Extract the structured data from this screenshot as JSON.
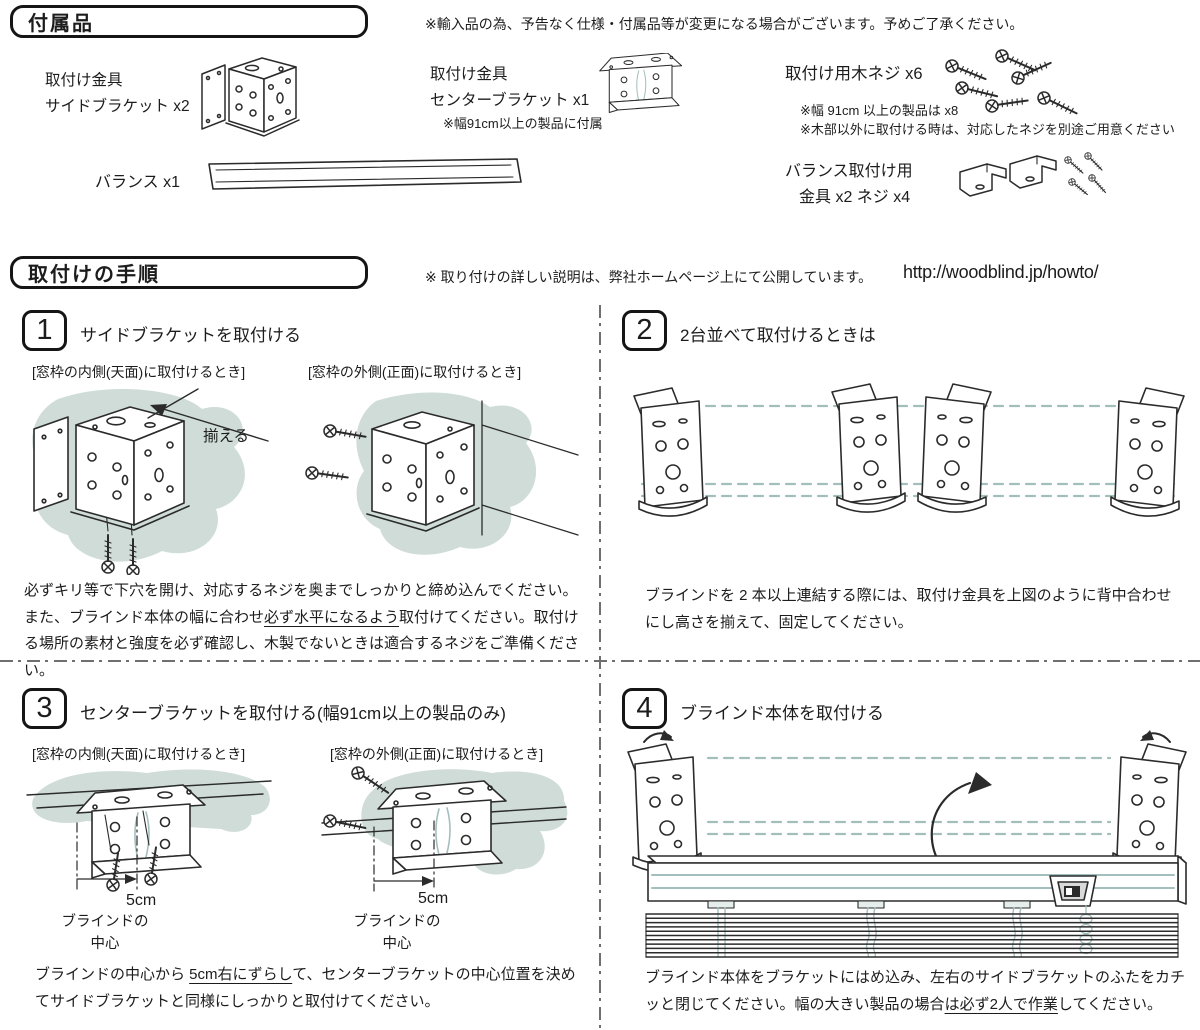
{
  "acc": {
    "header": "付属品",
    "note": "※輸入品の為、予告なく仕様・付属品等が変更になる場合がございます。予めご了承ください。",
    "side": {
      "l1": "取付け金具",
      "l2": "サイドブラケット x2"
    },
    "center": {
      "l1": "取付け金具",
      "l2": "センターブラケット x1",
      "note": "※幅91cm以上の製品に付属"
    },
    "screws": {
      "label": "取付け用木ネジ x6",
      "note1": "※幅 91cm 以上の製品は x8",
      "note2": "※木部以外に取付ける時は、対応したネジを別途ご用意ください"
    },
    "valance": {
      "label": "バランス x1"
    },
    "vkit": {
      "l1": "バランス取付け用",
      "l2": "金具 x2  ネジ x4"
    }
  },
  "proc": {
    "header": "取付けの手順",
    "note": "※ 取り付けの詳しい説明は、弊社ホームページ上にて公開しています。",
    "url": "http://woodblind.jp/howto/",
    "s1": {
      "num": "1",
      "title": "サイドブラケットを取付ける",
      "lab_in": "[窓枠の内側(天面)に取付けるとき]",
      "lab_out": "[窓枠の外側(正面)に取付けるとき]",
      "ann": "揃える",
      "b1": "必ずキリ等で下穴を開け、対応するネジを奥までしっかりと締め込んでください。また、ブラインド本体の幅に合わせ",
      "bu": "必ず水平になるよう",
      "b2": "取付けてください。取付ける場所の素材と強度を必ず確認し、木製でないときは適合するネジをご準備ください。"
    },
    "s2": {
      "num": "2",
      "title": "2台並べて取付けるときは",
      "body": "ブラインドを 2 本以上連結する際には、取付け金具を上図のように背中合わせにし高さを揃えて、固定してください。"
    },
    "s3": {
      "num": "3",
      "title": "センターブラケットを取付ける(幅91cm以上の製品のみ)",
      "lab_in": "[窓枠の内側(天面)に取付けるとき]",
      "lab_out": "[窓枠の外側(正面)に取付けるとき]",
      "dim": "5cm",
      "c1": "ブラインドの",
      "c2": "中心",
      "b1": "ブラインドの中心から ",
      "bu": "5cm右にずらし",
      "b2": "て、センターブラケットの中心位置を決めてサイドブラケットと同様にしっかりと取付けてください。"
    },
    "s4": {
      "num": "4",
      "title": "ブラインド本体を取付ける",
      "b1": "ブラインド本体をブラケットにはめ込み、左右のサイドブラケットのふたをカチッと閉じてください。幅の大きい製品の場合",
      "bu": "は必ず2人で作業",
      "b2": "してください。"
    }
  }
}
